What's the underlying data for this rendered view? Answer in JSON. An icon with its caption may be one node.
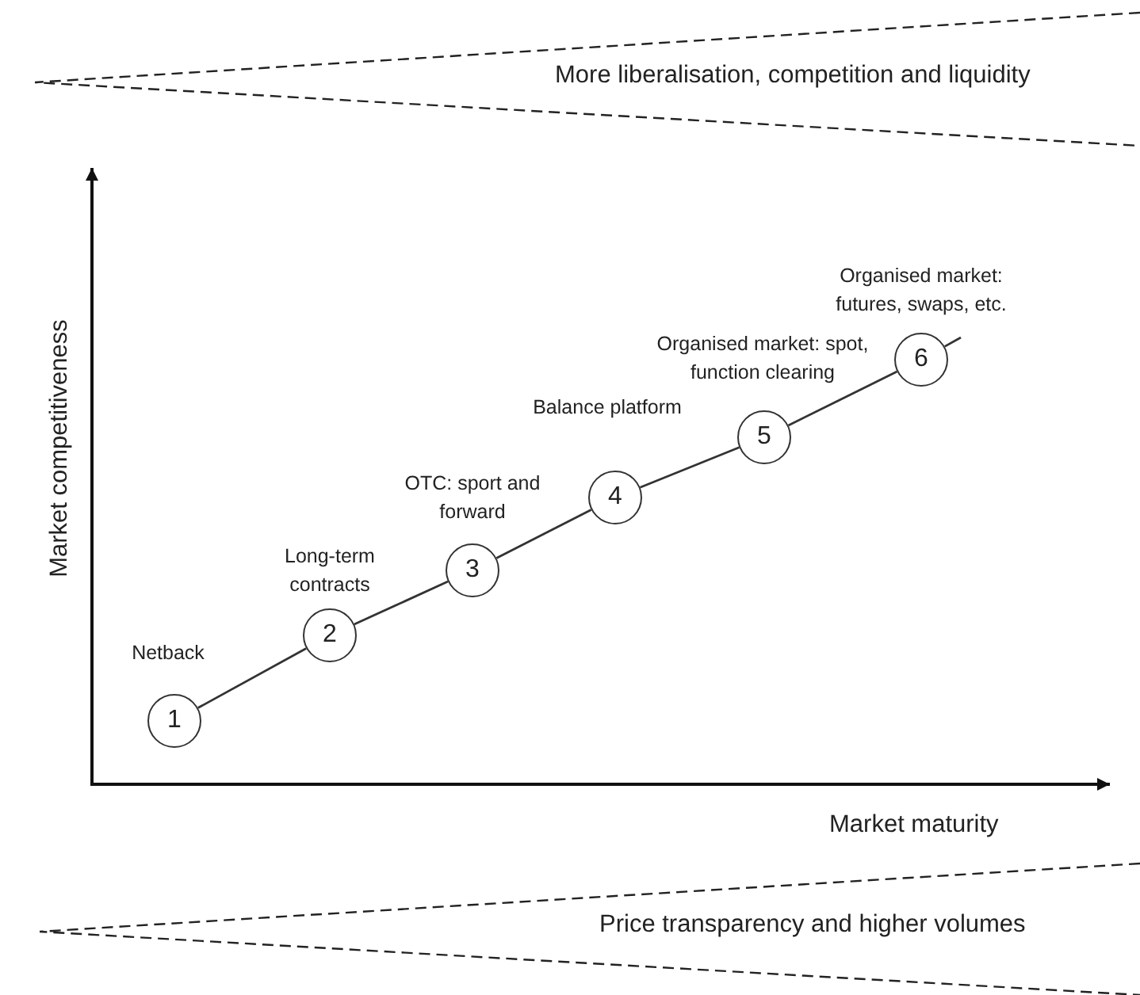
{
  "diagram": {
    "nodes": [
      {
        "text": [
          "More liberalisation, competition and liquidity"
        ]
      },
      {
        "text": [
          "1"
        ],
        "beside": [
          "Netback"
        ]
      },
      {
        "text": [
          "2"
        ],
        "beside": [
          "Long-term contracts"
        ]
      },
      {
        "text": [
          "3"
        ],
        "beside": [
          "OTC: sport and forward"
        ]
      },
      {
        "text": [
          "4"
        ],
        "beside": [
          "Balance platform"
        ]
      },
      {
        "text": [
          "5"
        ],
        "beside": [
          "Organised market: spot, function clearing"
        ]
      },
      {
        "text": [
          "6"
        ],
        "beside": [
          "Organised market: futures, swaps, etc."
        ]
      },
      {
        "text": [
          "Price transparency and higher volumes"
        ]
      }
    ],
    "edges": [
      {
        "from": 1,
        "to": 2,
        "arrow": "none"
      },
      {
        "from": 2,
        "to": 3,
        "arrow": "none"
      },
      {
        "from": 3,
        "to": 4,
        "arrow": "none"
      },
      {
        "from": 4,
        "to": 5,
        "arrow": "none"
      },
      {
        "from": 5,
        "to": 6,
        "arrow": "none"
      },
      {
        "from": 6,
        "to": null,
        "arrow": "none"
      }
    ],
    "labels": [
      "Market competitiveness",
      "Market maturity"
    ]
  }
}
